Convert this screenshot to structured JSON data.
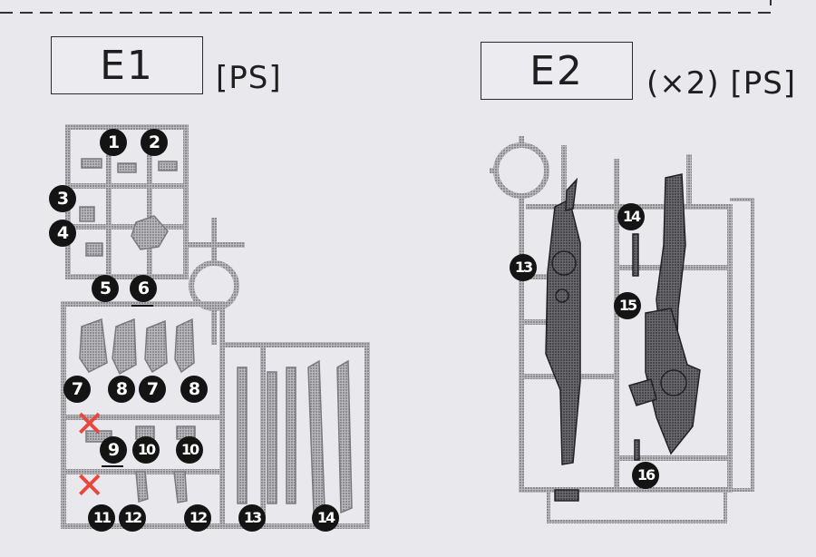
{
  "sheet": {
    "e1": {
      "label": "E1",
      "note": "[PS]"
    },
    "e2": {
      "label": "E2",
      "note": "(×2) [PS]"
    }
  },
  "callouts": {
    "c1": "1",
    "c2": "2",
    "c3": "3",
    "c4": "4",
    "c5": "5",
    "c6": "6",
    "c7a": "7",
    "c8a": "8",
    "c7b": "7",
    "c8b": "8",
    "c9": "9",
    "c10a": "10",
    "c10b": "10",
    "c11": "11",
    "c12a": "12",
    "c12b": "12",
    "c13a": "13",
    "c14a": "14",
    "c13b": "13",
    "c14b": "14",
    "c15": "15",
    "c16": "16"
  },
  "marks": {
    "cross": "✕"
  },
  "colors": {
    "cross": "#e8473d",
    "callout": "#141414",
    "runner": "#8e8d92",
    "background": "#e9e8ed"
  }
}
